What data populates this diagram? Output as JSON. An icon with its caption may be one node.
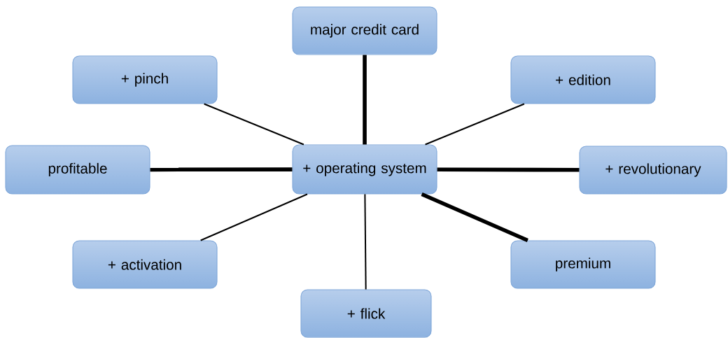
{
  "diagram": {
    "nodes": [
      {
        "text": [
          "major credit card"
        ]
      },
      {
        "text": [
          "+ pinch"
        ]
      },
      {
        "text": [
          "+ edition"
        ]
      },
      {
        "text": [
          "+ operating system"
        ]
      },
      {
        "text": [
          "profitable"
        ]
      },
      {
        "text": [
          "+ revolutionary"
        ]
      },
      {
        "text": [
          "+ activation"
        ]
      },
      {
        "text": [
          "premium"
        ]
      },
      {
        "text": [
          "+ flick"
        ]
      }
    ],
    "edges": [
      {
        "from": 3,
        "to": 0,
        "arrow": "none",
        "style": "thick"
      },
      {
        "from": 3,
        "to": 1,
        "arrow": "none"
      },
      {
        "from": 3,
        "to": 2,
        "arrow": "none"
      },
      {
        "from": 3,
        "to": 4,
        "arrow": "none",
        "style": "thick"
      },
      {
        "from": 3,
        "to": 5,
        "arrow": "none",
        "style": "thick"
      },
      {
        "from": 3,
        "to": 6,
        "arrow": "none"
      },
      {
        "from": 3,
        "to": 7,
        "arrow": "none",
        "style": "thick"
      },
      {
        "from": 3,
        "to": 8,
        "arrow": "none"
      }
    ]
  }
}
